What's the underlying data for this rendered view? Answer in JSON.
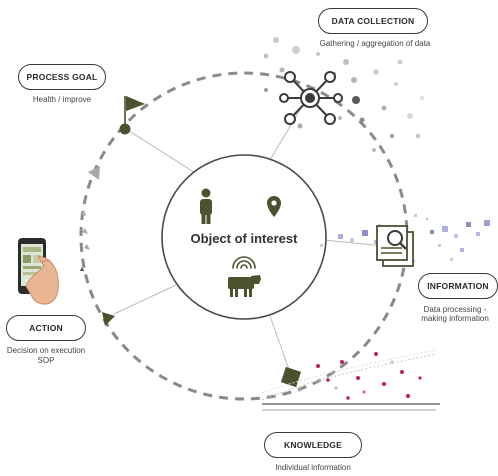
{
  "center": {
    "title": "Object of interest"
  },
  "stages": {
    "process_goal": {
      "label": "PROCESS GOAL",
      "caption": "Health / improve"
    },
    "data_collection": {
      "label": "DATA COLLECTION",
      "caption": "Gathering / aggregation of data"
    },
    "information": {
      "label": "INFORMATION",
      "caption_line1": "Data processing -",
      "caption_line2": "making information"
    },
    "knowledge": {
      "label": "KNOWLEDGE",
      "caption": "Individual information"
    },
    "action": {
      "label": "ACTION",
      "caption_line1": "Decision on execution",
      "caption_line2": "SOP"
    }
  },
  "colors": {
    "accent": "#4a5230",
    "dark": "#3a3a3a",
    "dashed_cycle": "#888888",
    "data_purple": "#8a8fc8",
    "knowledge_red": "#c0234a"
  },
  "icons": [
    "person-icon",
    "location-pin-icon",
    "wireless-icon",
    "cow-icon",
    "network-node-icon",
    "document-magnifier-icon",
    "smartphone-hand-icon",
    "flag-icon"
  ]
}
